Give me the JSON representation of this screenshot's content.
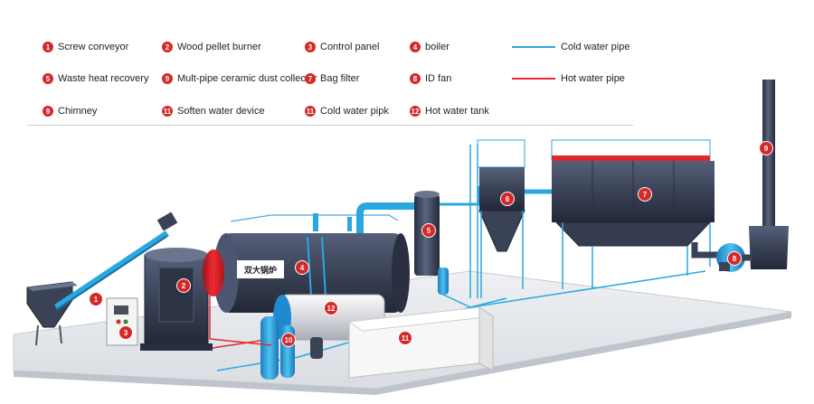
{
  "legend": {
    "items": [
      {
        "num": "1",
        "label": "Screw conveyor"
      },
      {
        "num": "2",
        "label": "Wood pellet burner"
      },
      {
        "num": "3",
        "label": "Control panel"
      },
      {
        "num": "4",
        "label": "boiler"
      },
      {
        "num": "5",
        "label": "Waste heat recovery"
      },
      {
        "num": "9",
        "label": "Mult-pipe ceramic dust collector"
      },
      {
        "num": "7",
        "label": "Bag filter"
      },
      {
        "num": "8",
        "label": "ID fan"
      },
      {
        "num": "9",
        "label": "Chimney"
      },
      {
        "num": "11",
        "label": "Soften water device"
      },
      {
        "num": "11",
        "label": "Cold water pipk"
      },
      {
        "num": "12",
        "label": "Hot water tank"
      }
    ],
    "pipes": [
      {
        "label": "Cold water pipe",
        "color": "#29a8e0"
      },
      {
        "label": "Hot water pipe",
        "color": "#e0282e"
      }
    ]
  },
  "diagram": {
    "tags": [
      {
        "num": "1",
        "name": "screw-conveyor"
      },
      {
        "num": "2",
        "name": "wood-pellet-burner"
      },
      {
        "num": "3",
        "name": "control-panel"
      },
      {
        "num": "4",
        "name": "boiler"
      },
      {
        "num": "5",
        "name": "waste-heat-recovery"
      },
      {
        "num": "6",
        "name": "dust-collector"
      },
      {
        "num": "7",
        "name": "bag-filter"
      },
      {
        "num": "8",
        "name": "id-fan"
      },
      {
        "num": "9",
        "name": "chimney"
      },
      {
        "num": "10",
        "name": "soften-water-device"
      },
      {
        "num": "11",
        "name": "cold-water-tank"
      },
      {
        "num": "12",
        "name": "hot-water-tank"
      }
    ],
    "boiler_logo": "双大锅炉",
    "colors": {
      "equipment_dark": "#3a4256",
      "cold_pipe": "#29a8e0",
      "hot_pipe": "#e0282e",
      "tag": "#d62828"
    }
  }
}
